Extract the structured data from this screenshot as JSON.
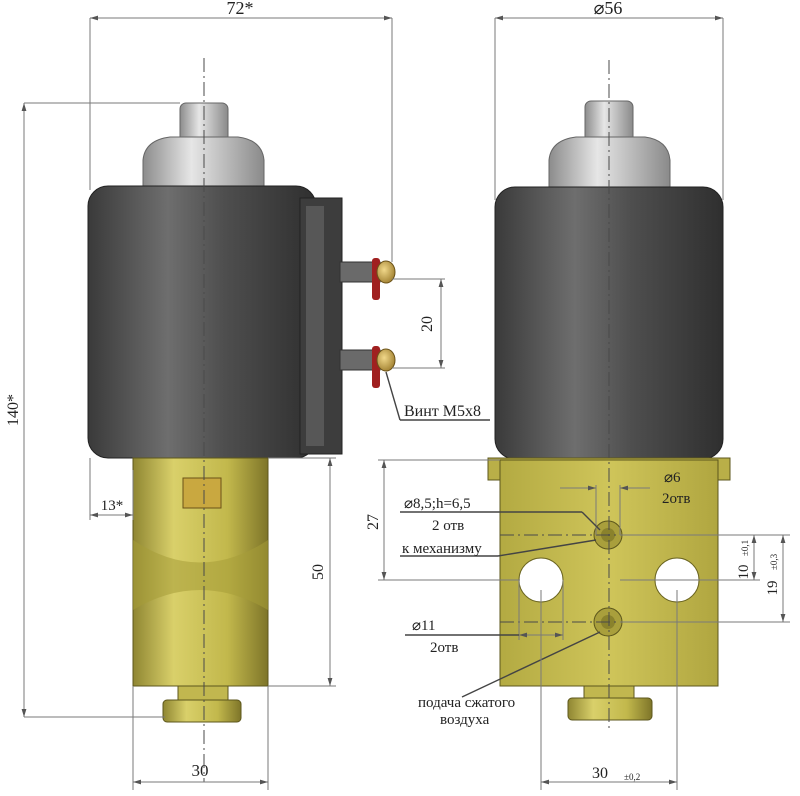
{
  "left_view": {
    "dim_width": "72*",
    "dim_height": "140*",
    "dim_pin_spacing": "20",
    "dim_offset": "13*",
    "dim_body_height": "50",
    "dim_body_width": "30",
    "screw_label": "Винт М5х8"
  },
  "right_view": {
    "dim_diameter": "⌀56",
    "dim_top_offset": "27",
    "hole_a_label": "⌀8,5;h=6,5",
    "hole_a_count": "2 отв",
    "hole_b_label": "⌀6",
    "hole_b_count": "2отв",
    "to_mechanism_label": "к механизму",
    "hole_c_label": "⌀11",
    "hole_c_count": "2отв",
    "air_supply_line1": "подача сжатого",
    "air_supply_line2": "воздуха",
    "dim_spacing_10": "10",
    "tol_10": "±0,1",
    "dim_spacing_19": "19",
    "tol_19": "±0,3",
    "dim_bottom_30": "30",
    "tol_30": "±0,2"
  },
  "colors": {
    "coil_dark": "#4d4d4d",
    "brass": "#c9bf52",
    "steel_cap": "#b8b8b8",
    "contact_red": "#a02020"
  }
}
